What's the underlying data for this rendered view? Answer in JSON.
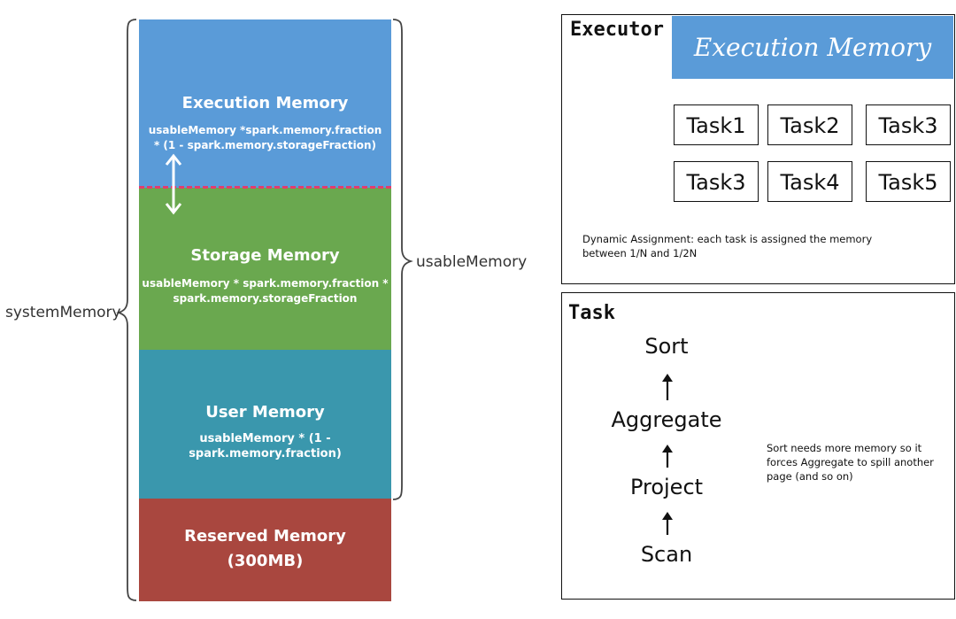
{
  "memory_stack": {
    "execution": {
      "title": "Execution Memory",
      "formula": "usableMemory *spark.memory.fraction\n* (1 - spark.memory.storageFraction)"
    },
    "storage": {
      "title": "Storage Memory",
      "formula": "usableMemory * spark.memory.fraction *\nspark.memory.storageFraction"
    },
    "user": {
      "title": "User Memory",
      "formula": "usableMemory * (1 - spark.memory.fraction)"
    },
    "reserved": {
      "title": "Reserved Memory",
      "subtitle": "(300MB)"
    },
    "label_usable": "usableMemory",
    "label_system": "systemMemory",
    "colors": {
      "execution": "#5a9bd8",
      "storage": "#6aa84f",
      "user": "#3a97ad",
      "reserved": "#a9473f",
      "divider": "#e23c6e"
    }
  },
  "executor_panel": {
    "title": "Executor",
    "banner": "Execution Memory",
    "tasks": [
      "Task1",
      "Task2",
      "Task3",
      "Task3",
      "Task4",
      "Task5"
    ],
    "note": "Dynamic Assignment: each task is assigned the memory\nbetween 1/N and 1/2N"
  },
  "task_panel": {
    "title": "Task",
    "operators": [
      "Sort",
      "Aggregate",
      "Project",
      "Scan"
    ],
    "note": "Sort needs more memory so it\n forces Aggregate to spill another\npage (and so on)"
  }
}
